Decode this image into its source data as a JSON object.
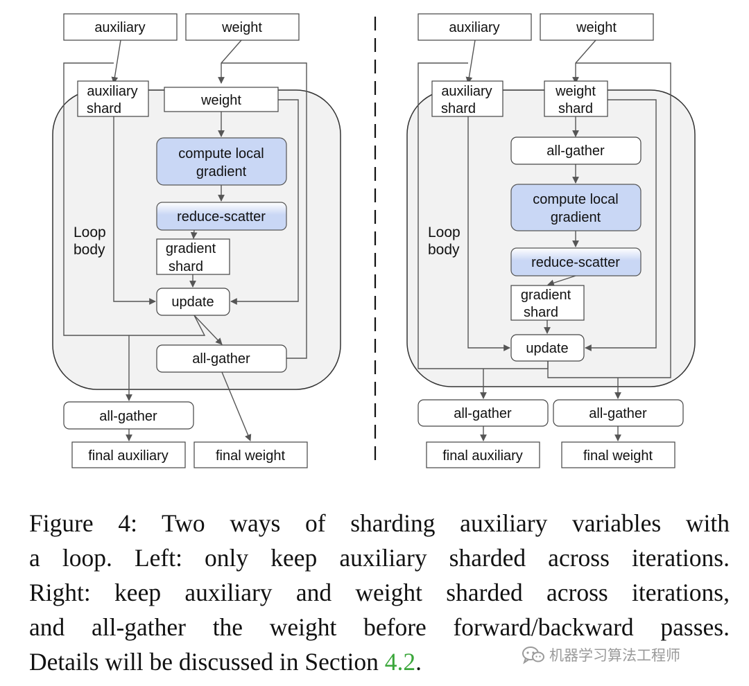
{
  "left": {
    "top_auxiliary": "auxiliary",
    "top_weight": "weight",
    "aux_shard_line1": "auxiliary",
    "aux_shard_line2": "shard",
    "weight": "weight",
    "compute_line1": "compute local",
    "compute_line2": "gradient",
    "reduce_scatter": "reduce-scatter",
    "grad_shard_line1": "gradient",
    "grad_shard_line2": "shard",
    "update": "update",
    "all_gather_inner": "all-gather",
    "all_gather_outer": "all-gather",
    "final_auxiliary": "final auxiliary",
    "final_weight": "final weight",
    "loop_line1": "Loop",
    "loop_line2": "body"
  },
  "right": {
    "top_auxiliary": "auxiliary",
    "top_weight": "weight",
    "aux_shard_line1": "auxiliary",
    "aux_shard_line2": "shard",
    "weight_shard_line1": "weight",
    "weight_shard_line2": "shard",
    "all_gather_inner": "all-gather",
    "compute_line1": "compute local",
    "compute_line2": "gradient",
    "reduce_scatter": "reduce-scatter",
    "grad_shard_line1": "gradient",
    "grad_shard_line2": "shard",
    "update": "update",
    "all_gather_aux": "all-gather",
    "all_gather_weight": "all-gather",
    "final_auxiliary": "final auxiliary",
    "final_weight": "final weight",
    "loop_line1": "Loop",
    "loop_line2": "body"
  },
  "caption": {
    "line1": "Figure 4:  Two ways of sharding auxiliary variables with",
    "line2": "a loop. Left: only keep auxiliary sharded across iterations.",
    "line3": "Right: keep auxiliary and weight sharded across iterations,",
    "line4": "and all-gather the weight before forward/backward passes.",
    "line5_prefix": "Details will be discussed in Section ",
    "section_ref": "4.2",
    "line5_suffix": "."
  },
  "watermark": {
    "text": "机器学习算法工程师",
    "icon": "wechat-icon"
  },
  "colors": {
    "loop_fill": "#f2f2f2",
    "blue_box": "#c9d7f5",
    "gradient_start": "#ffffff",
    "gradient_end": "#c9d7f5",
    "section_ref": "#3aa63a"
  }
}
